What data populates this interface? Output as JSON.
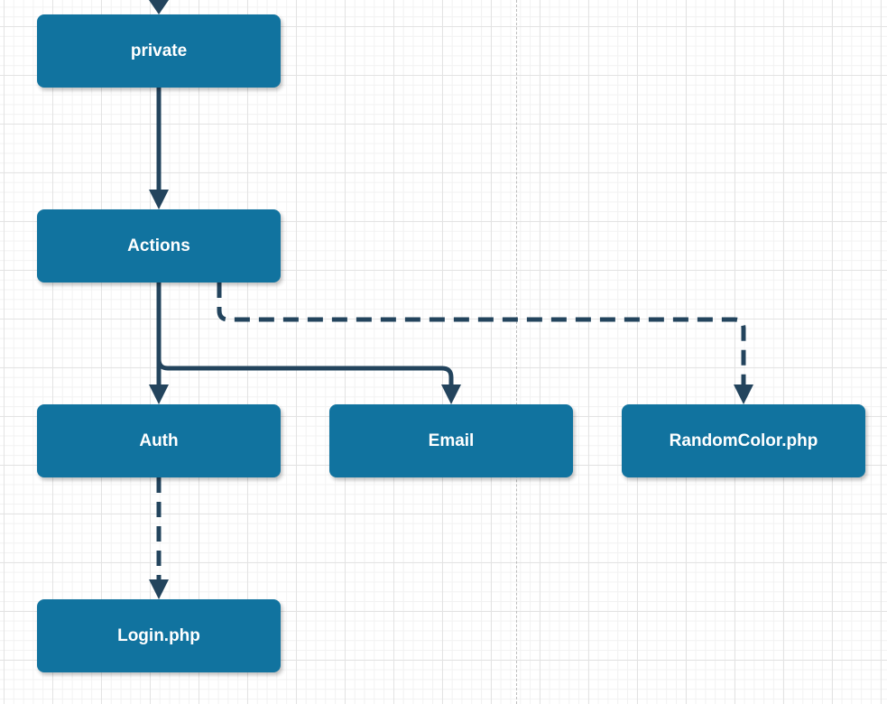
{
  "colors": {
    "node_fill": "#11739f",
    "edge": "#23445d",
    "node_text": "#ffffff"
  },
  "nodes": {
    "private": "private",
    "actions": "Actions",
    "auth": "Auth",
    "email": "Email",
    "random_color": "RandomColor.php",
    "login": "Login.php"
  },
  "edges": [
    {
      "from": "",
      "to": "private",
      "style": "solid"
    },
    {
      "from": "private",
      "to": "Actions",
      "style": "solid"
    },
    {
      "from": "Actions",
      "to": "Auth",
      "style": "solid"
    },
    {
      "from": "Actions",
      "to": "Email",
      "style": "solid"
    },
    {
      "from": "Actions",
      "to": "RandomColor.php",
      "style": "dashed"
    },
    {
      "from": "Auth",
      "to": "Login.php",
      "style": "dashed"
    }
  ]
}
